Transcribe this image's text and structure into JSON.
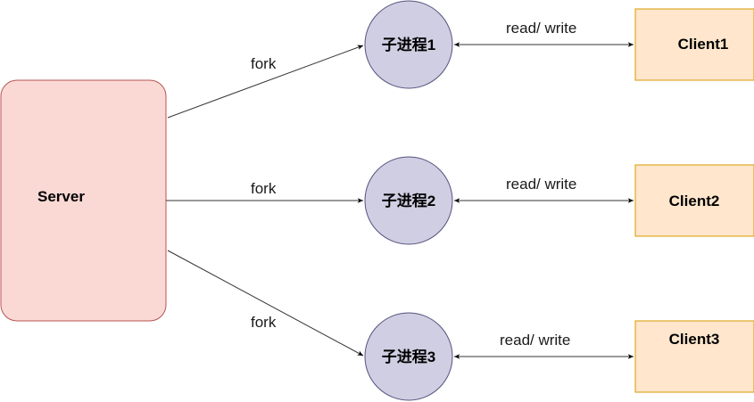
{
  "server": {
    "label": "Server",
    "fill": "#fad9d5",
    "stroke": "#b85450"
  },
  "processes": [
    {
      "label": "子进程1"
    },
    {
      "label": "子进程2"
    },
    {
      "label": "子进程3"
    }
  ],
  "process_style": {
    "fill": "#d0cee2",
    "stroke": "#56517e"
  },
  "clients": [
    {
      "label": "Client1"
    },
    {
      "label": "Client2"
    },
    {
      "label": "Client3"
    }
  ],
  "client_style": {
    "fill": "#ffe6cc",
    "stroke": "#d79b00"
  },
  "edges": {
    "fork_labels": [
      "fork",
      "fork",
      "fork"
    ],
    "rw_labels": [
      "read/ write",
      "read/ write",
      "read/ write"
    ],
    "line_color": "#333333"
  }
}
